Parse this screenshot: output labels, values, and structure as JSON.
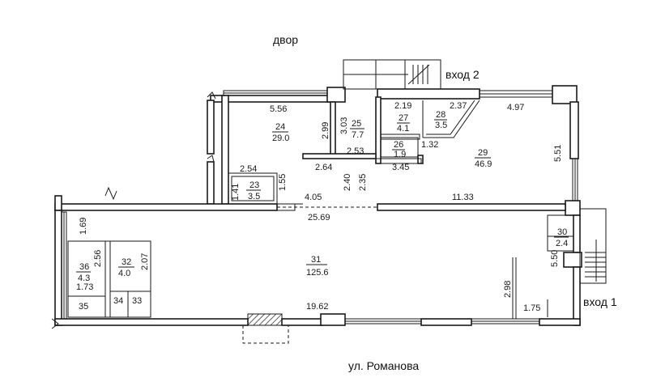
{
  "labels": {
    "yard": "двор",
    "entrance1": "вход 1",
    "entrance2": "вход 2",
    "street": "ул. Романова"
  },
  "rooms": [
    {
      "number": "24",
      "area": "29.0"
    },
    {
      "number": "25",
      "area": "7.7"
    },
    {
      "number": "26",
      "area": "1.9"
    },
    {
      "number": "27",
      "area": "4.1"
    },
    {
      "number": "28",
      "area": "3.5"
    },
    {
      "number": "29",
      "area": "46.9"
    },
    {
      "number": "23",
      "area": "3.5"
    },
    {
      "number": "30",
      "area": "2.4"
    },
    {
      "number": "31",
      "area": "125.6"
    },
    {
      "number": "32",
      "area": "4.0"
    },
    {
      "number": "36",
      "area": "4.3"
    },
    {
      "number": "35",
      "area": ""
    },
    {
      "number": "34",
      "area": ""
    },
    {
      "number": "33",
      "area": ""
    }
  ],
  "dimensions": [
    "5.56",
    "3.03",
    "2.99",
    "2.19",
    "2.37",
    "4.97",
    "5.51",
    "1.32",
    "2.53",
    "2.64",
    "3.45",
    "2.40",
    "2.35",
    "2.54",
    "1.41",
    "1.55",
    "4.05",
    "11.33",
    "25.69",
    "1.69",
    "2.56",
    "2.07",
    "1.73",
    "5.50",
    "2.98",
    "1.75",
    "19.62"
  ]
}
